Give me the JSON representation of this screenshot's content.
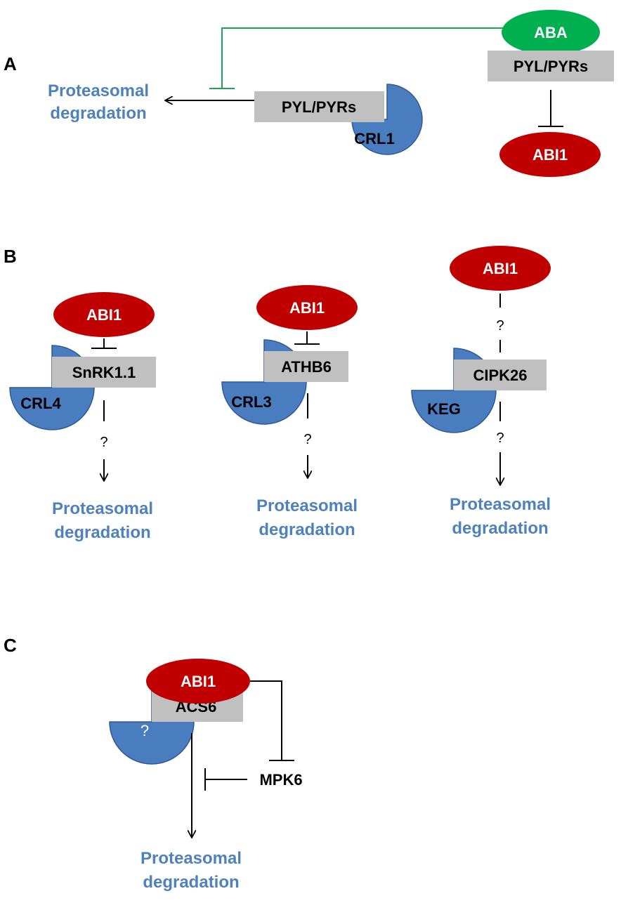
{
  "colors": {
    "ligase_blue": "#4a7cc0",
    "ligase_stroke": "#2f5a94",
    "abi_red": "#c00000",
    "aba_green": "#00b050",
    "box_gray": "#c0c0c0",
    "degradation_text": "#4f81bd",
    "inhibition_green": "#1aa35a"
  },
  "panels": {
    "A": {
      "label": "A",
      "aba": "ABA",
      "pyl_receptor": "PYL/PYRs",
      "abi": "ABI1",
      "substrate": "PYL/PYRs",
      "ligase": "CRL1",
      "degradation": [
        "Proteasomal",
        "degradation"
      ]
    },
    "B": {
      "label": "B",
      "items": [
        {
          "abi": "ABI1",
          "substrate": "SnRK1.1",
          "ligase": "CRL4",
          "question": "?",
          "degradation": [
            "Proteasomal",
            "degradation"
          ]
        },
        {
          "abi": "ABI1",
          "substrate": "ATHB6",
          "ligase": "CRL3",
          "question": "?",
          "degradation": [
            "Proteasomal",
            "degradation"
          ]
        },
        {
          "abi": "ABI1",
          "substrate": "CIPK26",
          "ligase": "KEG",
          "question_top": "?",
          "question_bottom": "?",
          "degradation": [
            "Proteasomal",
            "degradation"
          ]
        }
      ]
    },
    "C": {
      "label": "C",
      "abi": "ABI1",
      "substrate": "ACS6",
      "ligase": "?",
      "kinase": "MPK6",
      "degradation": [
        "Proteasomal",
        "degradation"
      ]
    }
  }
}
